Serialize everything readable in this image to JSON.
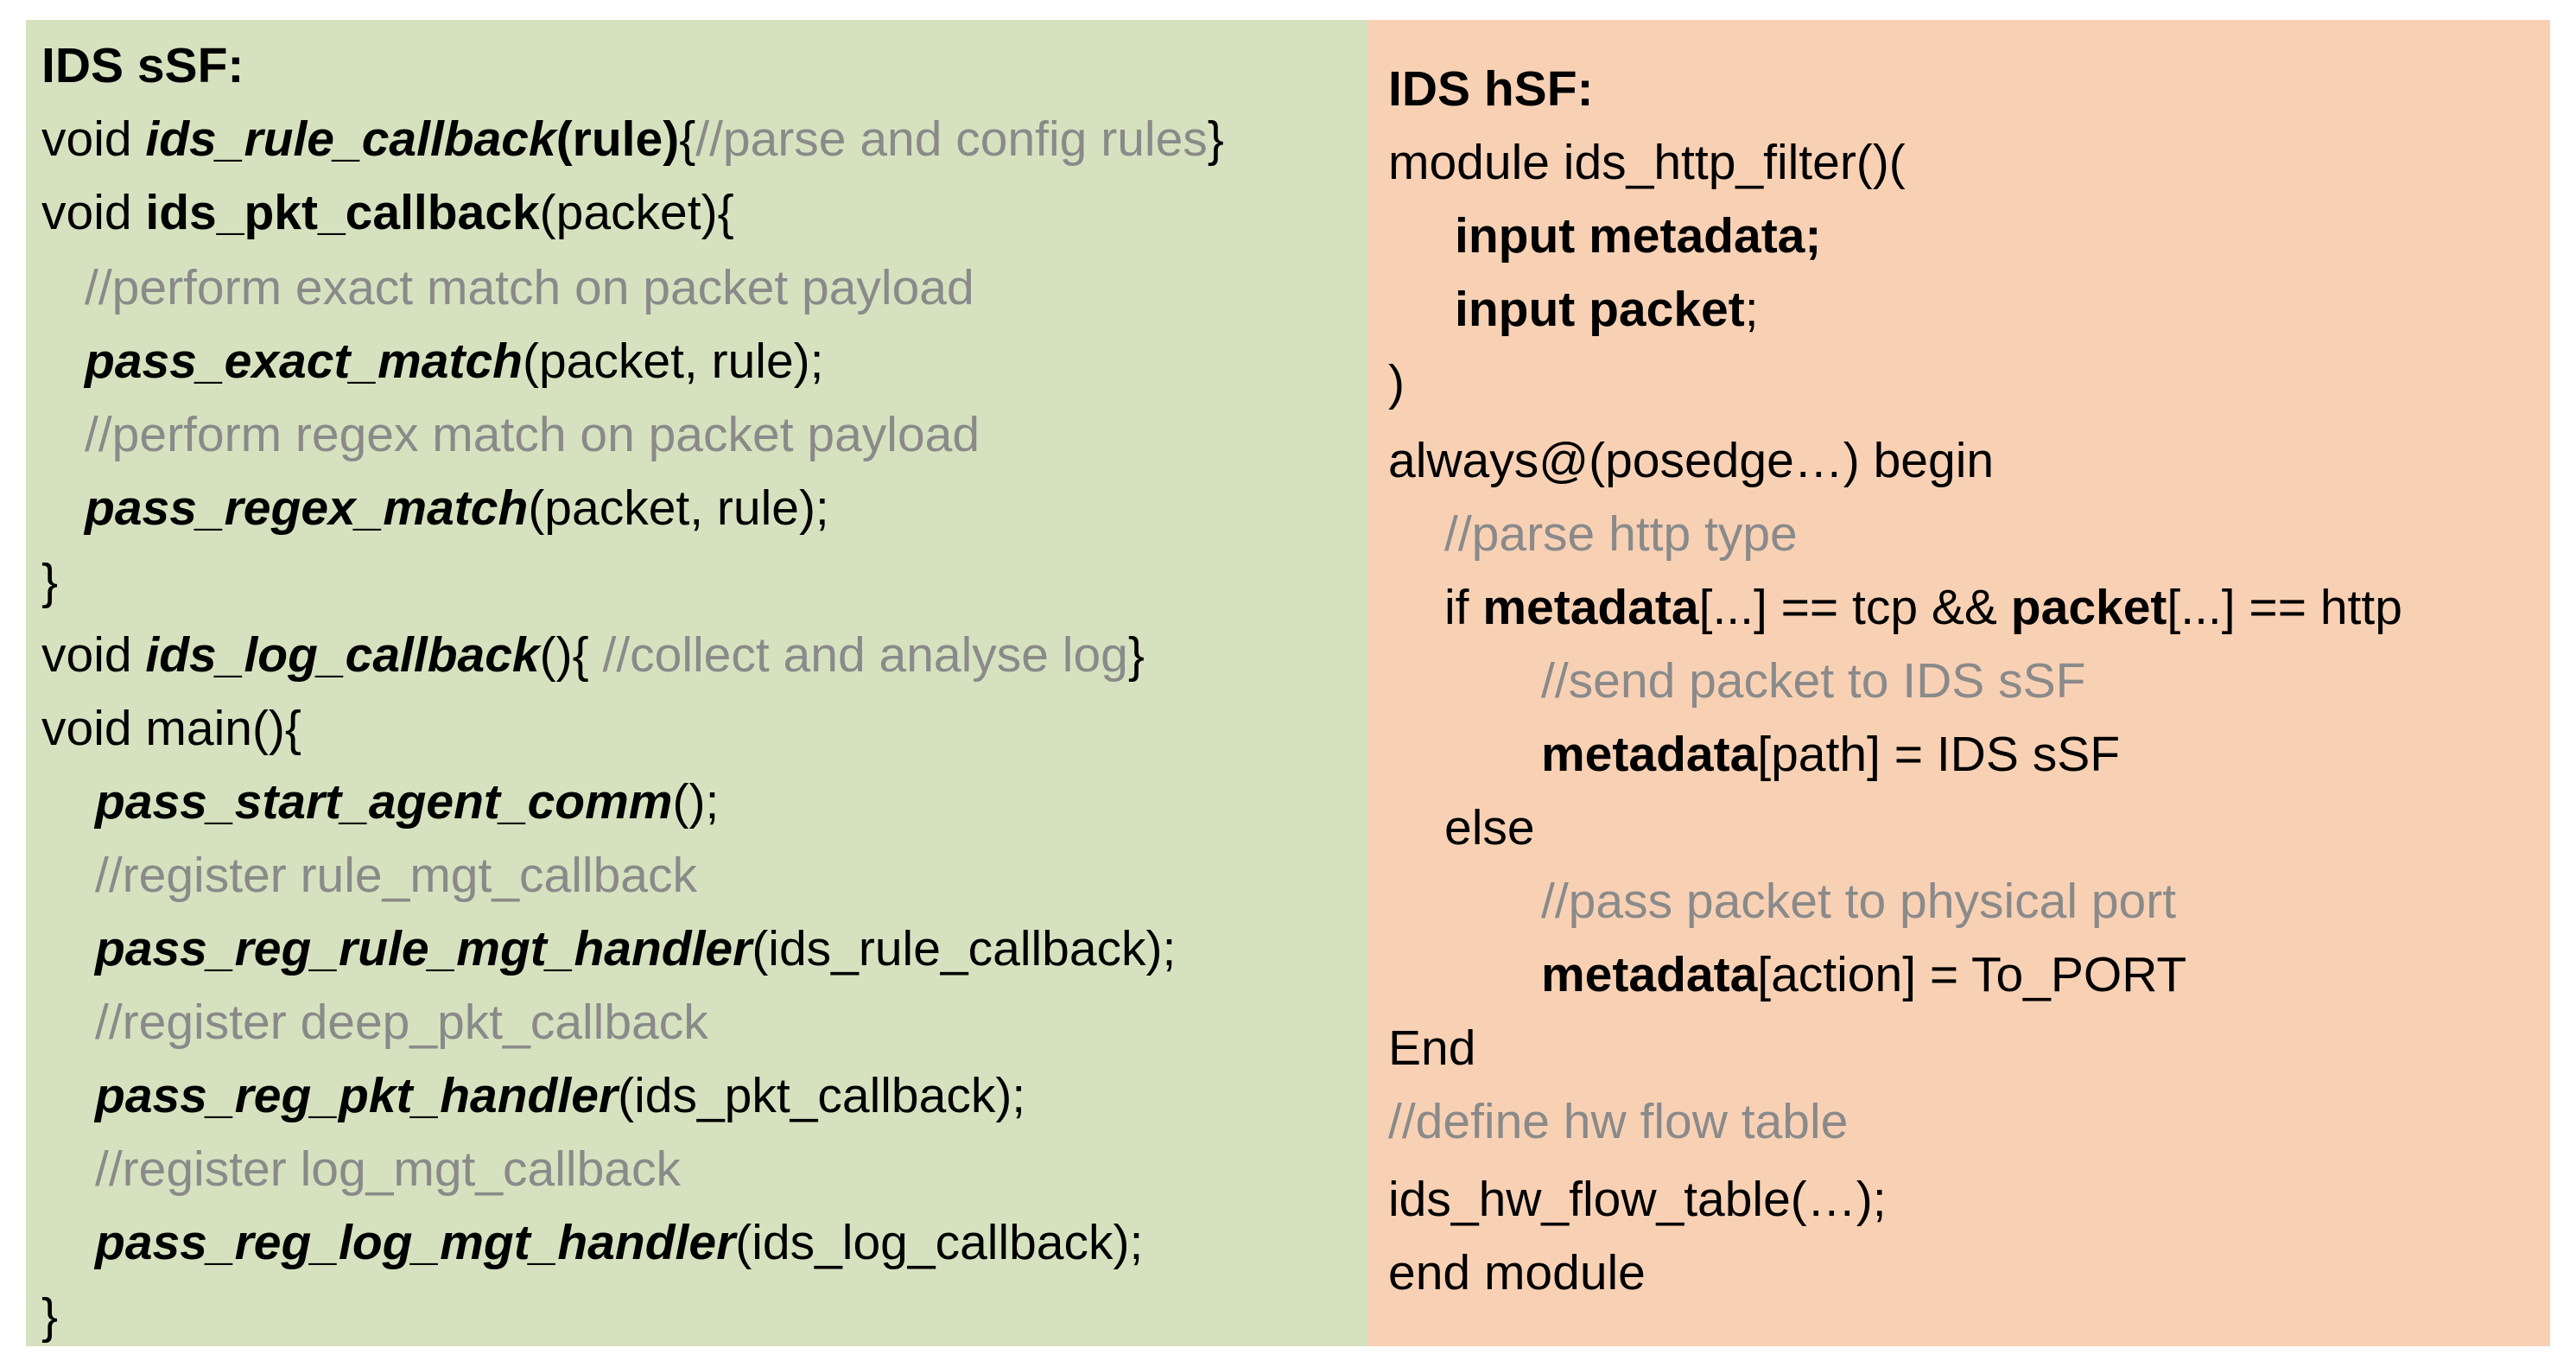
{
  "sSF": {
    "heading": "IDS sSF:",
    "rule_cb": {
      "kw": "void ",
      "fn": "ids_rule_callback",
      "args": "(rule)",
      "open": "{",
      "comment": "//parse and config rules",
      "close": "}"
    },
    "pkt_cb": {
      "kw": "void ",
      "fn": "ids_pkt_callback",
      "rest": "(packet){"
    },
    "comment_exact": "//perform exact match on packet payload",
    "exact_call": {
      "fn": "pass_exact_match",
      "rest": "(packet, rule);"
    },
    "comment_regex": "//perform regex match on packet payload",
    "regex_call": {
      "fn": "pass_regex_match",
      "rest": "(packet, rule);"
    },
    "close1": "}",
    "log_cb": {
      "kw": "void ",
      "fn": "ids_log_callback",
      "mid": "(){ ",
      "comment": "//collect and analyse log",
      "close": "}"
    },
    "main_decl": "void main(){",
    "start_call": {
      "fn": "pass_start_agent_comm",
      "rest": "();"
    },
    "comment_rule": "//register rule_mgt_callback",
    "rule_call": {
      "fn": "pass_reg_rule_mgt_handler",
      "rest": "(ids_rule_callback);"
    },
    "comment_pkt": "//register deep_pkt_callback",
    "pkt_call": {
      "fn": "pass_reg_pkt_handler",
      "rest": "(ids_pkt_callback);"
    },
    "comment_log": "//register log_mgt_callback",
    "log_call": {
      "fn": "pass_reg_log_mgt_handler",
      "rest": "(ids_log_callback);"
    },
    "close2": "}"
  },
  "hSF": {
    "heading": "IDS hSF:",
    "module_decl": "module ids_http_filter()(",
    "input_meta": "input metadata;",
    "input_packet_kw": "input packet",
    "input_packet_end": ";",
    "paren_close": ")",
    "always": "always@(posedge…) begin",
    "comment_parse": "//parse http type",
    "if_line": {
      "kw": "if ",
      "meta": "metadata",
      "mid": "[...] == tcp && ",
      "packet": "packet",
      "end": "[...] == http"
    },
    "comment_send": "//send packet to IDS sSF",
    "path_line": {
      "meta": "metadata",
      "rest": "[path] = IDS sSF"
    },
    "else_kw": "else",
    "comment_pass": "//pass packet to physical port",
    "action_line": {
      "meta": "metadata",
      "rest": "[action] = To_PORT"
    },
    "end_kw": "End",
    "comment_define": "//define hw flow table",
    "table_call": "ids_hw_flow_table(…);",
    "end_module": "end module"
  }
}
